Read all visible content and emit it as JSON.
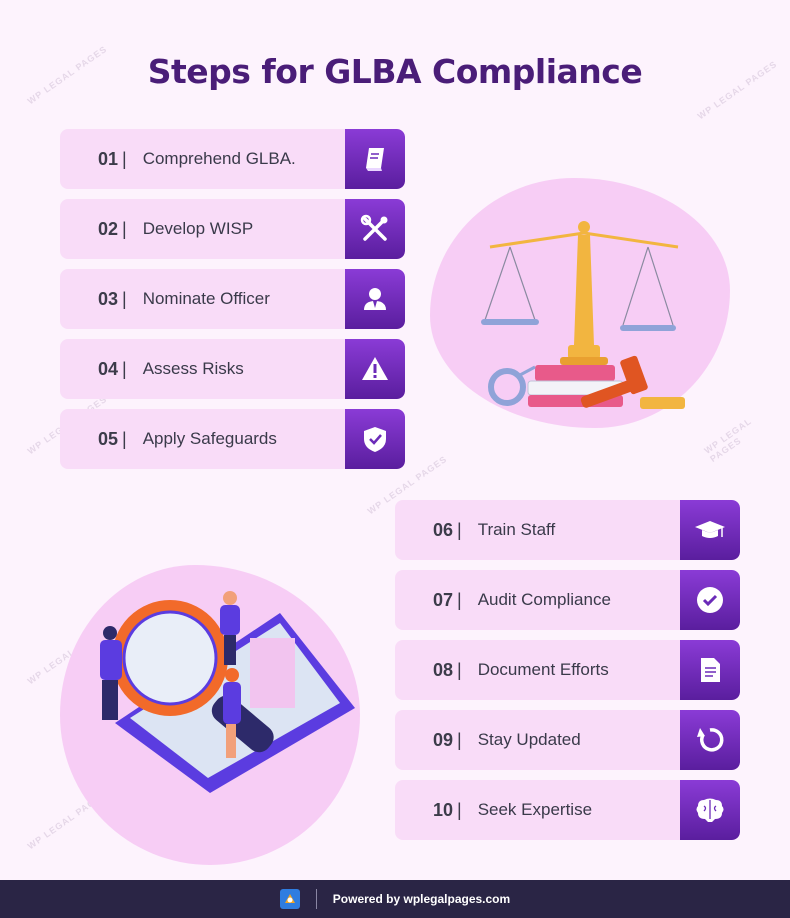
{
  "title": "Steps for GLBA Compliance",
  "steps": [
    {
      "num": "01",
      "label": "Comprehend GLBA.",
      "icon": "book-icon"
    },
    {
      "num": "02",
      "label": "Develop WISP",
      "icon": "tools-icon"
    },
    {
      "num": "03",
      "label": "Nominate Officer",
      "icon": "officer-icon"
    },
    {
      "num": "04",
      "label": "Assess Risks",
      "icon": "warning-icon"
    },
    {
      "num": "05",
      "label": "Apply Safeguards",
      "icon": "shield-icon"
    },
    {
      "num": "06",
      "label": "Train Staff",
      "icon": "graduation-cap-icon"
    },
    {
      "num": "07",
      "label": "Audit Compliance",
      "icon": "check-circle-icon"
    },
    {
      "num": "08",
      "label": "Document Efforts",
      "icon": "document-icon"
    },
    {
      "num": "09",
      "label": "Stay Updated",
      "icon": "refresh-icon"
    },
    {
      "num": "10",
      "label": "Seek Expertise",
      "icon": "brain-icon"
    }
  ],
  "bar": "|",
  "watermark": "WP LEGAL PAGES",
  "footer": {
    "text": "Powered by wplegalpages.com",
    "logo_icon": "wplegalpages-logo-icon"
  },
  "colors": {
    "title": "#4a1d78",
    "step_bg": "#f9dcf8",
    "icon_bg": "#6b2bb8",
    "footer_bg": "#2a2545",
    "blob": "#f7cdf5"
  }
}
